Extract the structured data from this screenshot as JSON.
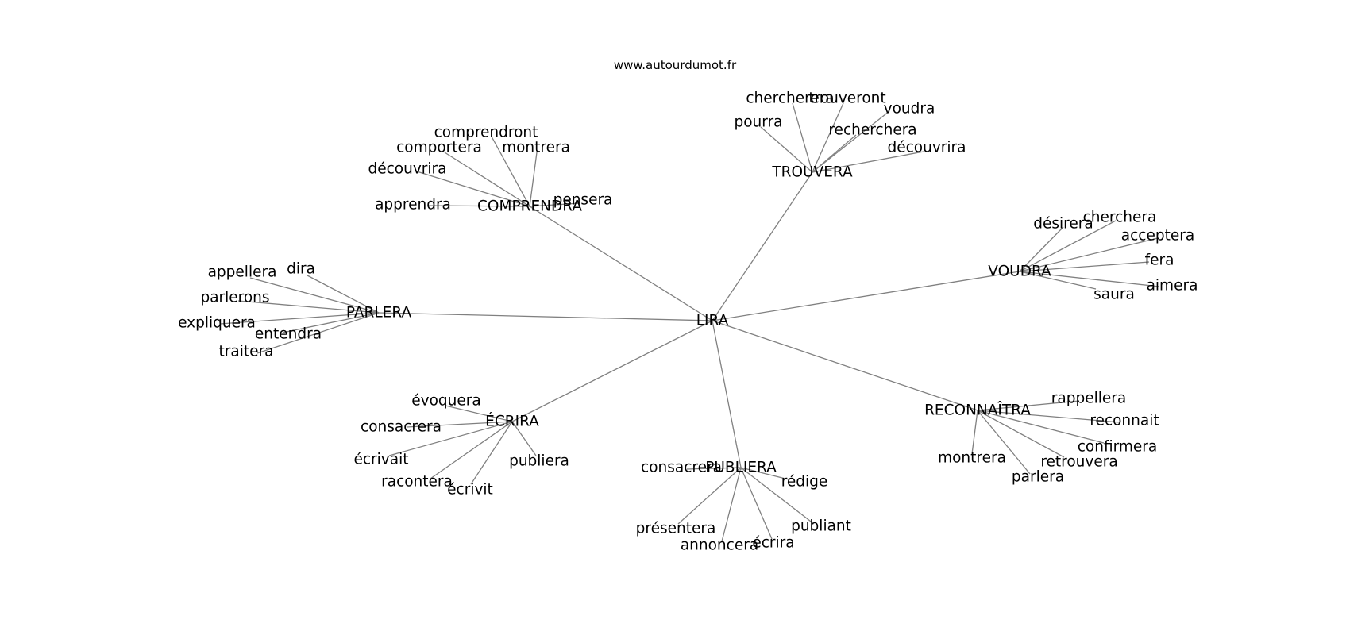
{
  "title": "www.autourdumot.fr",
  "root": "LIRA",
  "edge_color": "#808080",
  "hubs": [
    {
      "label": "TROUVERA",
      "children": [
        "chercherera",
        "trouveront",
        "voudra",
        "pourra",
        "recherchera",
        "découvrira"
      ]
    },
    {
      "label": "COMPRENDRA",
      "children": [
        "comprendront",
        "comportera",
        "montrera",
        "découvrira",
        "apprendra",
        "pensera"
      ]
    },
    {
      "label": "VOUDRA",
      "children": [
        "désirera",
        "cherchera",
        "acceptera",
        "fera",
        "aimera",
        "saura"
      ]
    },
    {
      "label": "PARLERA",
      "children": [
        "dira",
        "appellera",
        "parlerons",
        "expliquera",
        "entendra",
        "traitera"
      ]
    },
    {
      "label": "ÉCRIRA",
      "children": [
        "évoquera",
        "consacrera",
        "écrivait",
        "racontera",
        "écrivit",
        "publiera"
      ]
    },
    {
      "label": "PUBLIERA",
      "children": [
        "consacrera",
        "rédige",
        "présentera",
        "annoncera",
        "écrira",
        "publiant"
      ]
    },
    {
      "label": "RECONNAÎTRA",
      "children": [
        "rappellera",
        "reconnait",
        "confirmera",
        "retrouvera",
        "parlera",
        "montrera"
      ]
    }
  ]
}
